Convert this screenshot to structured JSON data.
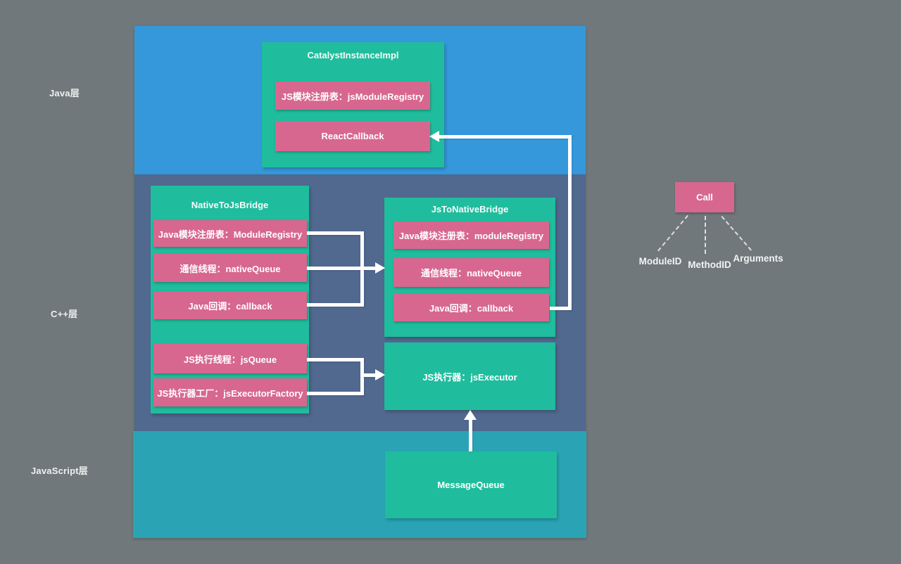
{
  "layers": {
    "java": {
      "label": "Java层"
    },
    "cpp": {
      "label": "C++层"
    },
    "js": {
      "label": "JavaScript层"
    }
  },
  "boxes": {
    "catalyst": {
      "title": "CatalystInstanceImpl",
      "items": [
        "JS模块注册表：jsModuleRegistry",
        "ReactCallback"
      ]
    },
    "native_to_js": {
      "title": "NativeToJsBridge",
      "items": [
        "Java模块注册表：ModuleRegistry",
        "通信线程：nativeQueue",
        "Java回调：callback",
        "JS执行线程：jsQueue",
        "JS执行器工厂：jsExecutorFactory"
      ]
    },
    "js_to_native": {
      "title": "JsToNativeBridge",
      "items": [
        "Java模块注册表：moduleRegistry",
        "通信线程：nativeQueue",
        "Java回调：callback"
      ]
    },
    "js_executor": {
      "title": "JS执行器：jsExecutor"
    },
    "message_queue": {
      "title": "MessageQueue"
    }
  },
  "call": {
    "title": "Call",
    "params": [
      "ModuleID",
      "MethodID",
      "Arguments"
    ]
  },
  "colors": {
    "background": "#70787b",
    "java_layer": "#3498db",
    "cpp_layer": "#51688f",
    "js_layer": "#2aa4b5",
    "green_box": "#1fbd9d",
    "pink_box": "#d7678f",
    "arrow": "#ffffff",
    "dash": "#dcdfe0"
  }
}
